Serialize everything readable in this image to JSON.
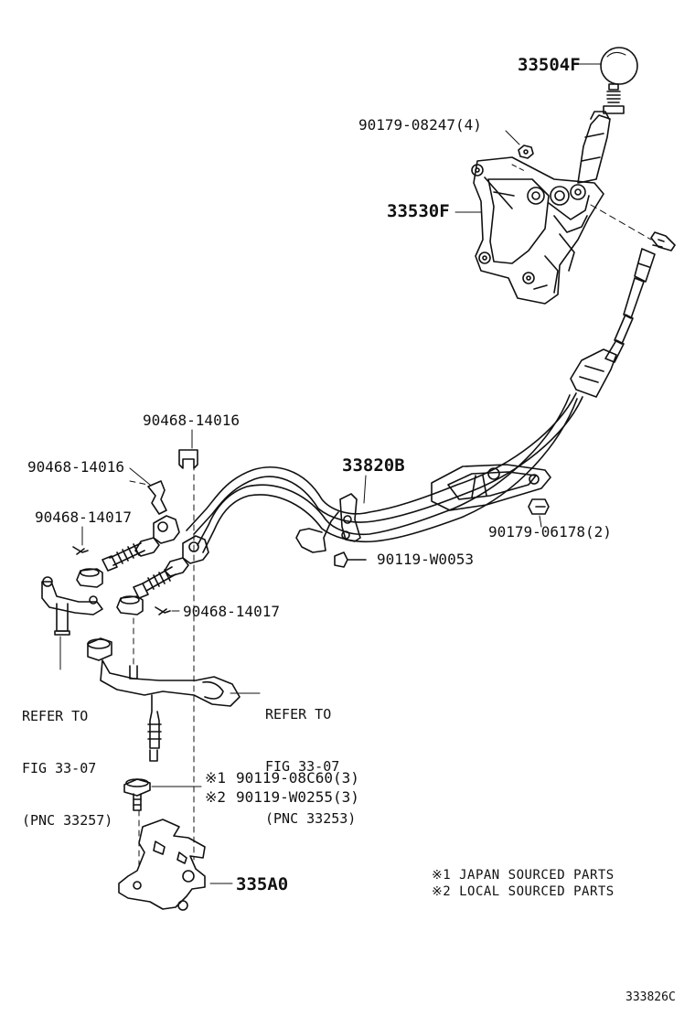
{
  "labels": {
    "knob": "33504F",
    "nut_4": "90179-08247(4)",
    "lever_assy": "33530F",
    "clip_top": "90468-14016",
    "clip_left": "90468-14016",
    "pin_left": "90468-14017",
    "cable": "33820B",
    "nut_2": "90179-06178(2)",
    "bolt": "90119-W0053",
    "pin_right": "90468-14017",
    "bolt_j": "90119-08C60(3)",
    "bolt_l": "90119-W0255(3)",
    "bracket": "335A0"
  },
  "refs": {
    "left": {
      "line1": "REFER TO",
      "line2": "FIG 33-07",
      "line3": "(PNC 33257)"
    },
    "right": {
      "line1": "REFER TO",
      "line2": "FIG 33-07",
      "line3": "(PNC 33253)"
    }
  },
  "markers": {
    "m1": "※1",
    "m2": "※2"
  },
  "notes": {
    "n1": "※1 JAPAN SOURCED PARTS",
    "n2": "※2 LOCAL SOURCED PARTS"
  },
  "figure_code": "333826C"
}
